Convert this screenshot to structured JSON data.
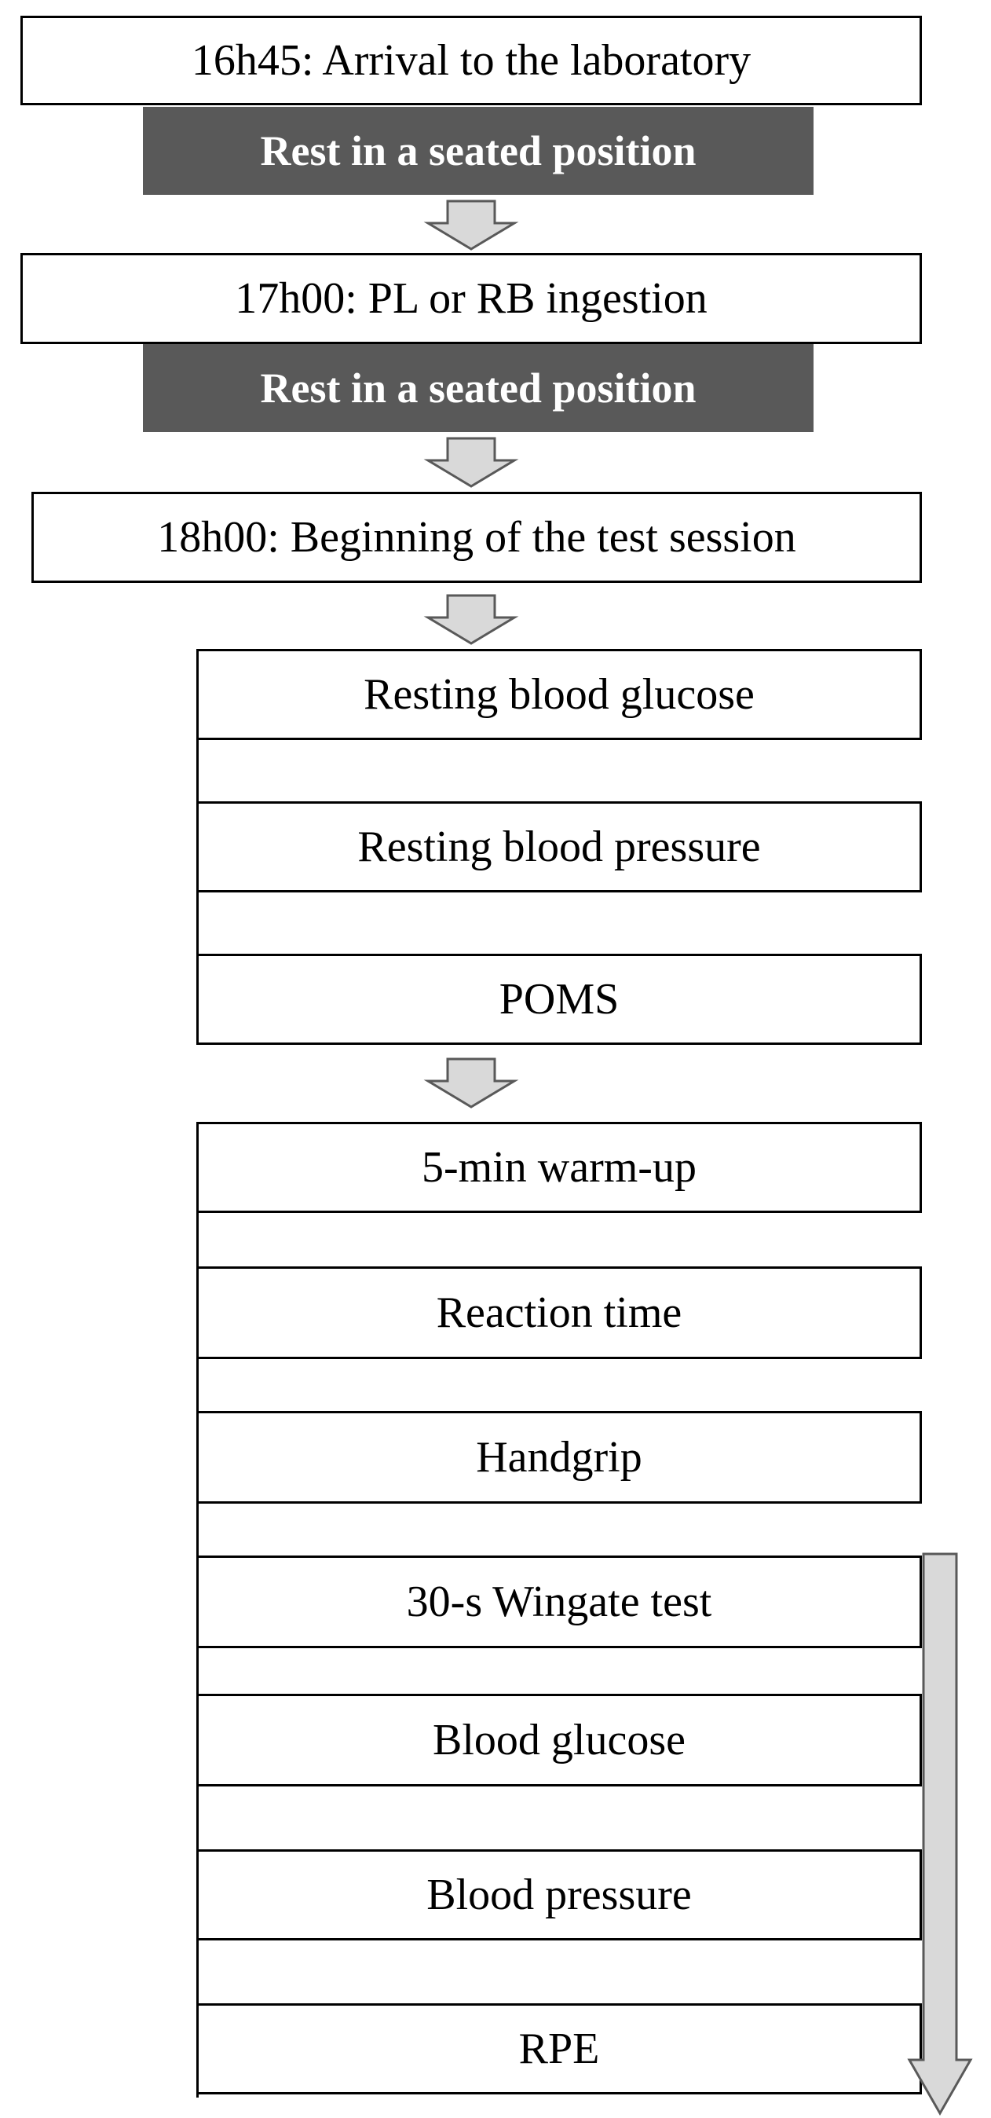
{
  "diagram": {
    "steps": {
      "arrival": "16h45: Arrival  to the laboratory",
      "rest_1": "Rest in a seated position",
      "ingestion": "17h00: PL  or RB  ingestion",
      "rest_2": "Rest in a seated position",
      "session_start": "18h00: Beginning  of the test  session",
      "resting_glucose": "Resting  blood glucose",
      "resting_pressure": "Resting  blood pressure",
      "poms": "POMS",
      "warm_up": "5-min  warm-up",
      "reaction_time": "Reaction  time",
      "handgrip": "Handgrip",
      "wingate": "30-s Wingate  test",
      "blood_glucose": "Blood glucose",
      "blood_pressure": "Blood pressure",
      "rpe": "RPE"
    },
    "colors": {
      "rest_fill": "#595959",
      "arrow_fill": "#d9d9d9",
      "border": "#000000"
    }
  }
}
